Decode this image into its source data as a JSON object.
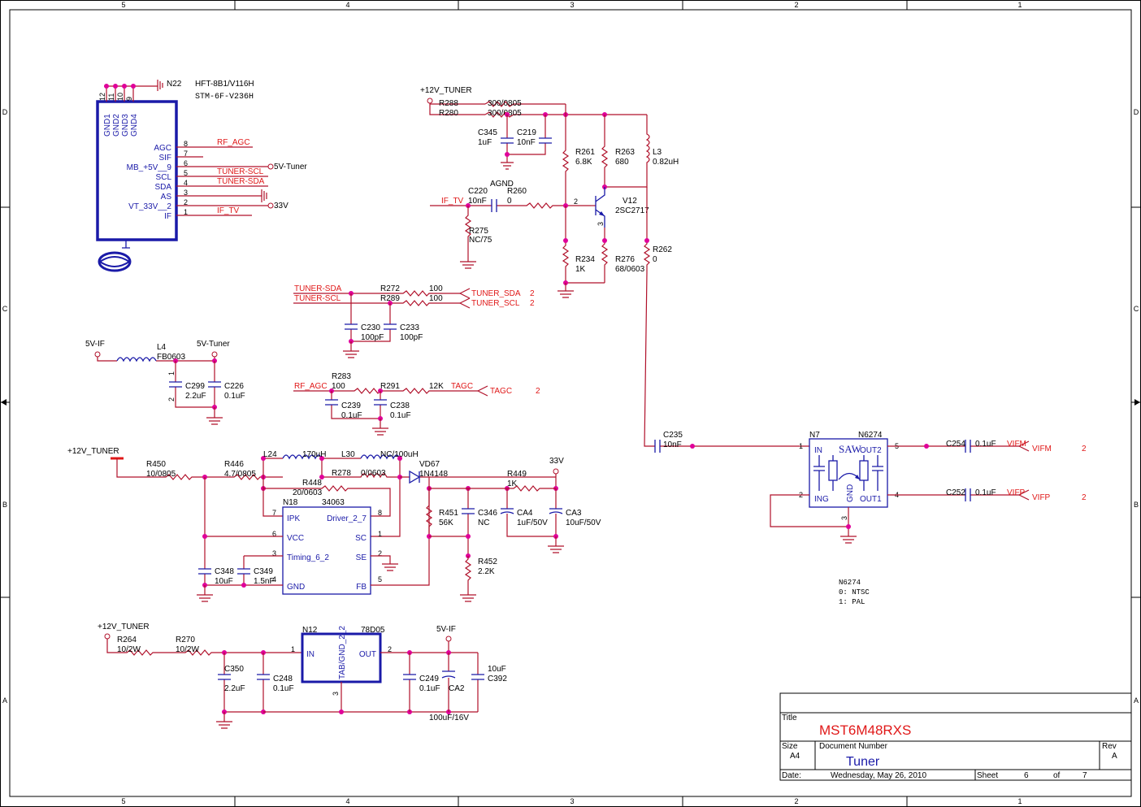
{
  "border": {
    "cols": [
      "5",
      "4",
      "3",
      "2",
      "1"
    ],
    "rows": [
      "D",
      "C",
      "B",
      "A"
    ]
  },
  "tuner_module": {
    "ref": "N22",
    "part": "HFT-8B1/V116H",
    "alt_part": "STM-6F-V236H",
    "top_pin_nums": [
      "12",
      "11",
      "10",
      "9"
    ],
    "gnd_pins": [
      "GND1",
      "GND2",
      "GND3",
      "GND4"
    ],
    "pin_names": [
      "AGC",
      "SIF",
      "MB_+5V__9",
      "SCL",
      "SDA",
      "AS",
      "VT_33V__2",
      "IF"
    ],
    "pin_nums": [
      "8",
      "7",
      "6",
      "5",
      "4",
      "3",
      "2",
      "1"
    ],
    "net_rf_agc": "RF_AGC",
    "net_tuner_scl": "TUNER-SCL",
    "net_tuner_sda": "TUNER-SDA",
    "net_if_tv": "IF_TV",
    "port_5v_tuner": "5V-Tuner",
    "port_33v": "33V"
  },
  "if_amp": {
    "supply": "+12V_TUNER",
    "r288": "R288",
    "r288_val": "300/0805",
    "r280": "R280",
    "r280_val": "300/0805",
    "c345": "C345",
    "c345_val": "1uF",
    "c219": "C219",
    "c219_val": "10nF",
    "r261": "R261",
    "r261_val": "6.8K",
    "r263": "R263",
    "r263_val": "680",
    "l3": "L3",
    "l3_val": "0.82uH",
    "agnd": "AGND",
    "c220": "C220",
    "c220_val": "10nF",
    "r260": "R260",
    "r260_val": "0",
    "if_tv": "IF_TV",
    "r275": "R275",
    "r275_val": "NC/75",
    "q_ref": "V12",
    "q_part": "2SC2717",
    "q_pin2": "2",
    "q_pin3": "3",
    "r234": "R234",
    "r234_val": "1K",
    "r276": "R276",
    "r276_val": "68/0603",
    "r262": "R262",
    "r262_val": "0"
  },
  "i2c": {
    "sda_in": "TUNER-SDA",
    "scl_in": "TUNER-SCL",
    "r272": "R272",
    "r272_val": "100",
    "r289": "R289",
    "r289_val": "100",
    "sda_out": "TUNER_SDA",
    "scl_out": "TUNER_SCL",
    "sheet_ref": "2",
    "c230": "C230",
    "c230_val": "100pF",
    "c233": "C233",
    "c233_val": "100pF"
  },
  "filter5v": {
    "in": "5V-IF",
    "out": "5V-Tuner",
    "l4": "L4",
    "l4_val": "FB0603",
    "c299": "C299",
    "c299_val": "2.2uF",
    "c226": "C226",
    "c226_val": "0.1uF",
    "pin1": "1",
    "pin2": "2"
  },
  "agc": {
    "in": "RF_AGC",
    "r283": "R283",
    "r283_val": "100",
    "r291": "R291",
    "r291_val": "12K",
    "net": "TAGC",
    "port": "TAGC",
    "sheet_ref": "2",
    "c239": "C239",
    "c239_val": "0.1uF",
    "c238": "C238",
    "c238_val": "0.1uF"
  },
  "boost": {
    "supply": "+12V_TUNER",
    "r450": "R450",
    "r450_val": "10/0805",
    "r446": "R446",
    "r446_val": "4.7/0805",
    "l24": "L24",
    "l24_val": "170uH",
    "l30": "L30",
    "l30_val": "NC/100uH",
    "r278": "R278",
    "r278_val": "0/0603",
    "r448": "R448",
    "r448_val": "20/0603",
    "vd67": "VD67",
    "vd67_val": "1N4148",
    "v33": "33V",
    "r449": "R449",
    "r449_val": "1K",
    "ic_ref": "N18",
    "ic_part": "34063",
    "ic_pins_left": [
      "IPK",
      "VCC",
      "Timing_6_2",
      "GND"
    ],
    "ic_pins_right": [
      "Driver_2_7",
      "SC",
      "SE",
      "FB"
    ],
    "ic_num_left": [
      "7",
      "6",
      "3",
      "4"
    ],
    "ic_num_right": [
      "8",
      "1",
      "2",
      "5"
    ],
    "r451": "R451",
    "r451_val": "56K",
    "c346": "C346",
    "c346_val": "NC",
    "ca4": "CA4",
    "ca4_val": "1uF/50V",
    "ca3": "CA3",
    "ca3_val": "10uF/50V",
    "r452": "R452",
    "r452_val": "2.2K",
    "c348": "C348",
    "c348_val": "10uF",
    "c349": "C349",
    "c349_val": "1.5nF"
  },
  "saw": {
    "c235": "C235",
    "c235_val": "10nF",
    "ref": "N7",
    "part": "N6274",
    "label": "SAW",
    "pin_in": "IN",
    "pin_ing": "ING",
    "pin_gnd": "GND",
    "pin_out1": "OUT1",
    "pin_out2": "OUT2",
    "n1": "1",
    "n2": "2",
    "n3": "3",
    "n4": "4",
    "n5": "5",
    "c254": "C254",
    "c254_val": "0.1uF",
    "c252": "C252",
    "c252_val": "0.1uF",
    "vifm_net": "VIFM",
    "vifm_port": "VIFM",
    "vifp_net": "VIFP",
    "vifp_port": "VIFP",
    "sheet_ref": "2",
    "note_title": "N6274",
    "note_1": "0: NTSC",
    "note_2": "1: PAL"
  },
  "reg": {
    "supply": "+12V_TUNER",
    "r264": "R264",
    "r264_val": "10/2W",
    "r270": "R270",
    "r270_val": "10/2W",
    "c350": "C350",
    "c350_val": "2.2uF",
    "c248": "C248",
    "c248_val": "0.1uF",
    "ref": "N12",
    "tab": "TAB/GND_2_2",
    "part": "78D05",
    "pin_in": "IN",
    "pin_out": "OUT",
    "n1": "1",
    "n2": "2",
    "n3": "3",
    "out_net": "5V-IF",
    "c249": "C249",
    "c249_val": "0.1uF",
    "ca2": "CA2",
    "ca2_val": "100uF/16V",
    "c392": "C392",
    "c392_val": "10uF"
  },
  "title_block": {
    "title_label": "Title",
    "title": "MST6M48RXS",
    "size_label": "Size",
    "size": "A4",
    "docnum_label": "Document Number",
    "docnum": "Tuner",
    "rev_label": "Rev",
    "rev": "A",
    "date_label": "Date:",
    "date": "Wednesday, May 26, 2010",
    "sheet_label": "Sheet",
    "sheet": "6",
    "of_label": "of",
    "total": "7"
  },
  "colors": {
    "wire": "#b0102a",
    "part": "#1a1aa8",
    "junction": "#e0009a",
    "netlabel": "#e01818"
  }
}
